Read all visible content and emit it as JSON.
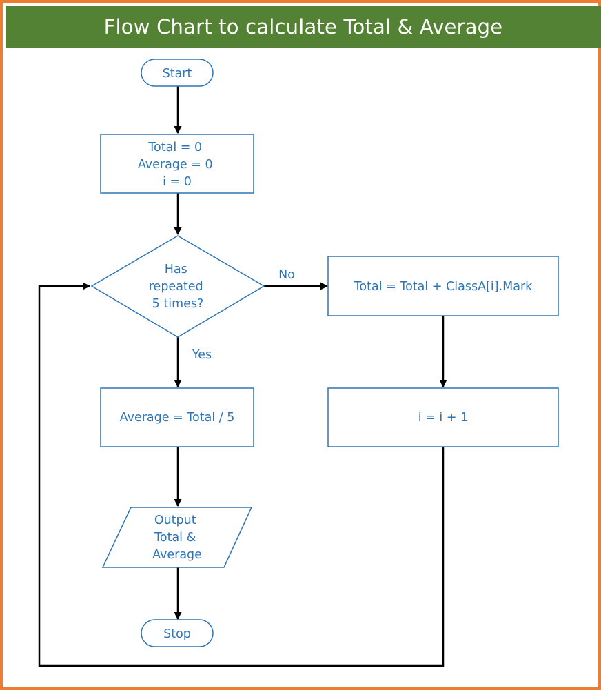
{
  "title": "Flow Chart to calculate Total & Average",
  "colors": {
    "title_bg": "#548235",
    "title_text": "#FFFFFF",
    "frame_border": "#ED7D31",
    "shape_stroke": "#2E75B6",
    "text": "#2E75B6",
    "connector": "#000000"
  },
  "nodes": {
    "start": {
      "lines": [
        "Start"
      ]
    },
    "init": {
      "lines": [
        "Total = 0",
        "Average = 0",
        "i = 0"
      ]
    },
    "decision": {
      "lines": [
        "Has",
        "repeated",
        "5 times?"
      ]
    },
    "accumulate": {
      "lines": [
        "Total = Total + ClassA[i].Mark"
      ]
    },
    "increment": {
      "lines": [
        "i = i + 1"
      ]
    },
    "average": {
      "lines": [
        "Average = Total / 5"
      ]
    },
    "output": {
      "lines": [
        "Output",
        "Total &",
        "Average"
      ]
    },
    "stop": {
      "lines": [
        "Stop"
      ]
    }
  },
  "edges": {
    "no_label": "No",
    "yes_label": "Yes"
  }
}
